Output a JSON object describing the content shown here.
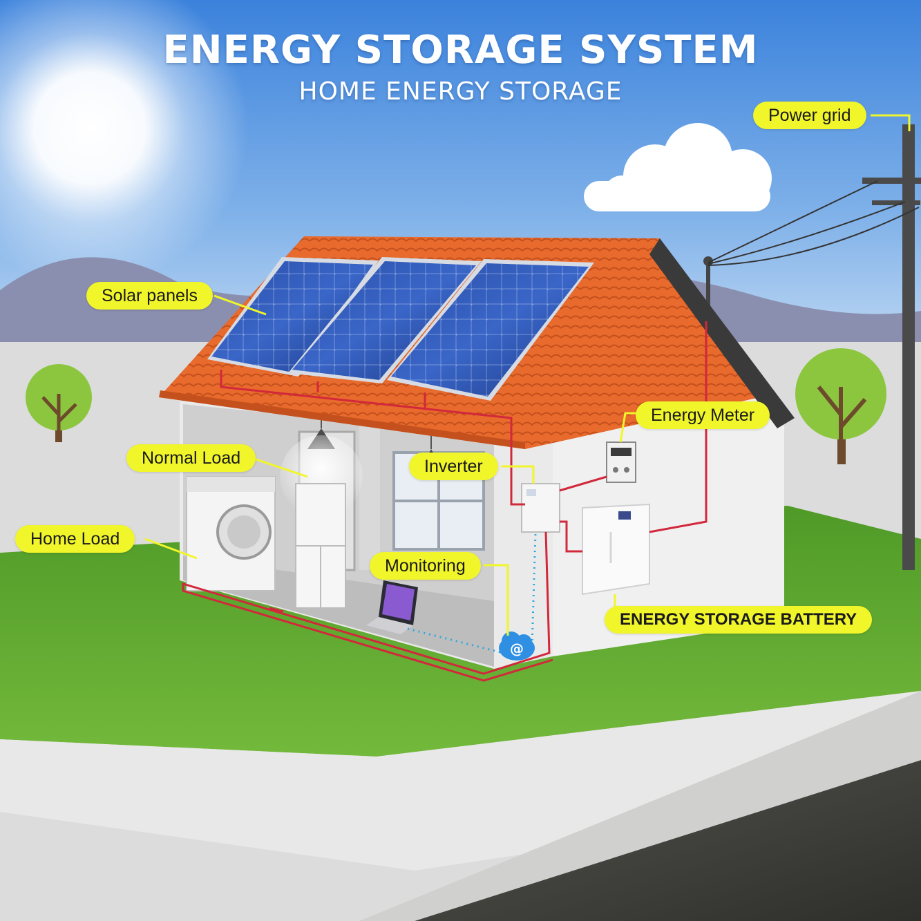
{
  "header": {
    "title": "ENERGY STORAGE SYSTEM",
    "subtitle": "HOME ENERGY STORAGE"
  },
  "labels": {
    "power_grid": "Power grid",
    "solar_panels": "Solar panels",
    "energy_meter": "Energy Meter",
    "normal_load": "Normal Load",
    "inverter": "Inverter",
    "home_load": "Home Load",
    "monitoring": "Monitoring",
    "battery": "ENERGY STORAGE BATTERY"
  },
  "icons": {
    "cloud_monitoring": "@"
  },
  "colors": {
    "sky_top": "#3f86de",
    "sky_bottom": "#c4dcf3",
    "callout": "#f1f62b",
    "wire": "#d2283b",
    "data_link": "#2aa8e0",
    "roof": "#e86a2c",
    "grass": "#5fa82f",
    "road": "#3a3a36"
  }
}
